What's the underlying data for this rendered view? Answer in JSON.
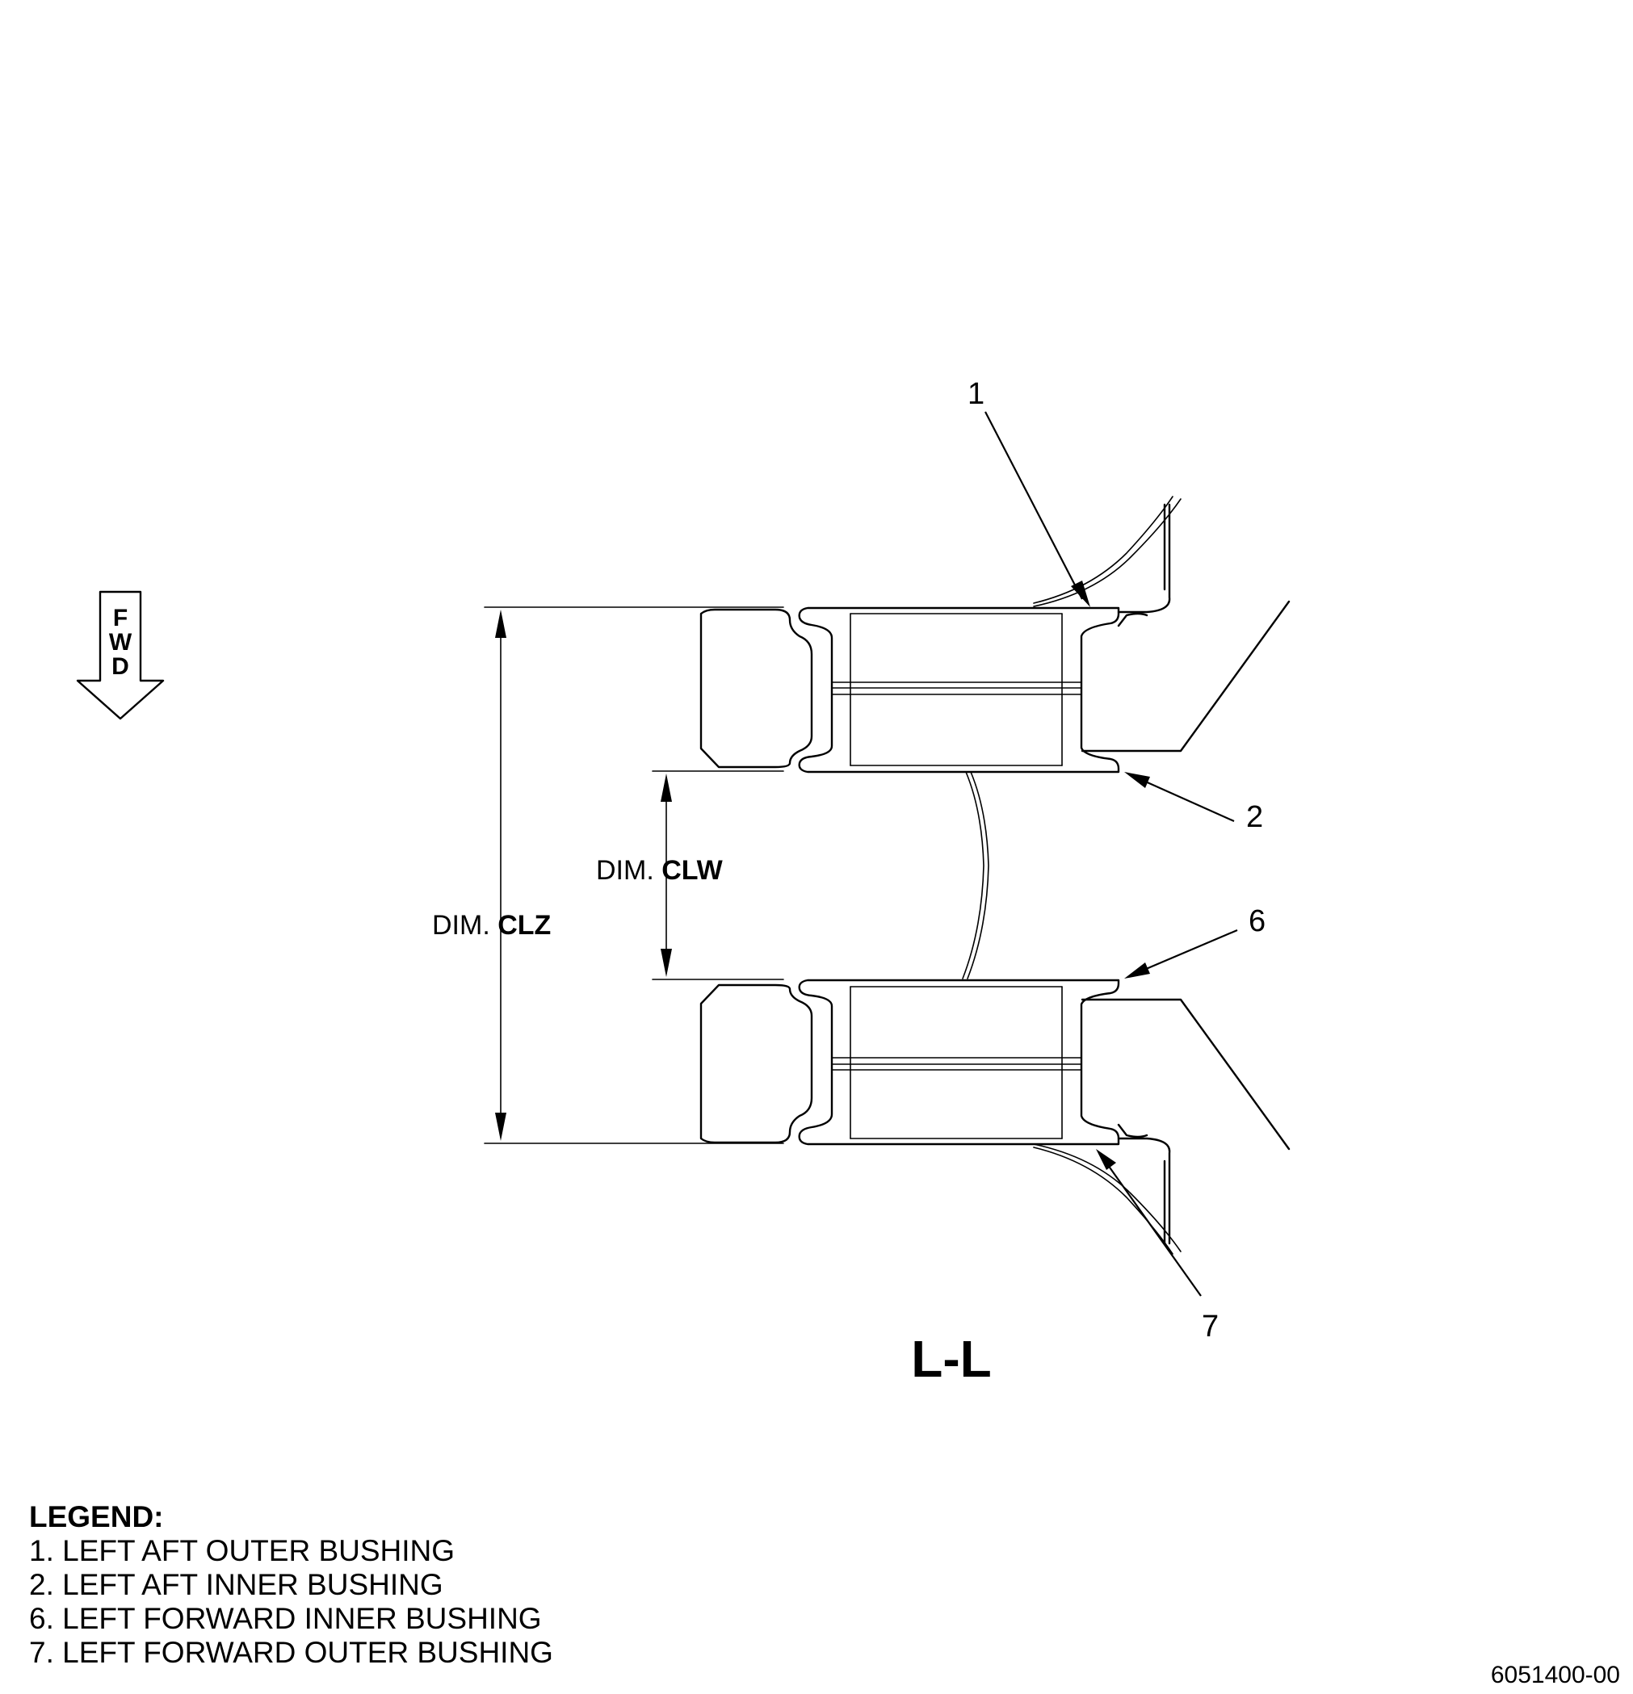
{
  "view_label": "L-L",
  "fwd_arrow": {
    "letters": [
      "F",
      "W",
      "D"
    ],
    "icon": "down-arrow-icon"
  },
  "callouts": [
    {
      "id": "callout-1",
      "text": "1"
    },
    {
      "id": "callout-2",
      "text": "2"
    },
    {
      "id": "callout-6",
      "text": "6"
    },
    {
      "id": "callout-7",
      "text": "7"
    }
  ],
  "dimensions": {
    "clz": {
      "prefix": "DIM.",
      "code": "CLZ"
    },
    "clw": {
      "prefix": "DIM.",
      "code": "CLW"
    }
  },
  "legend": {
    "title": "LEGEND:",
    "items": [
      "1. LEFT AFT OUTER BUSHING",
      "2. LEFT AFT INNER BUSHING",
      "6. LEFT FORWARD INNER BUSHING",
      "7. LEFT FORWARD OUTER BUSHING"
    ]
  },
  "figure_number": "6051400-00"
}
